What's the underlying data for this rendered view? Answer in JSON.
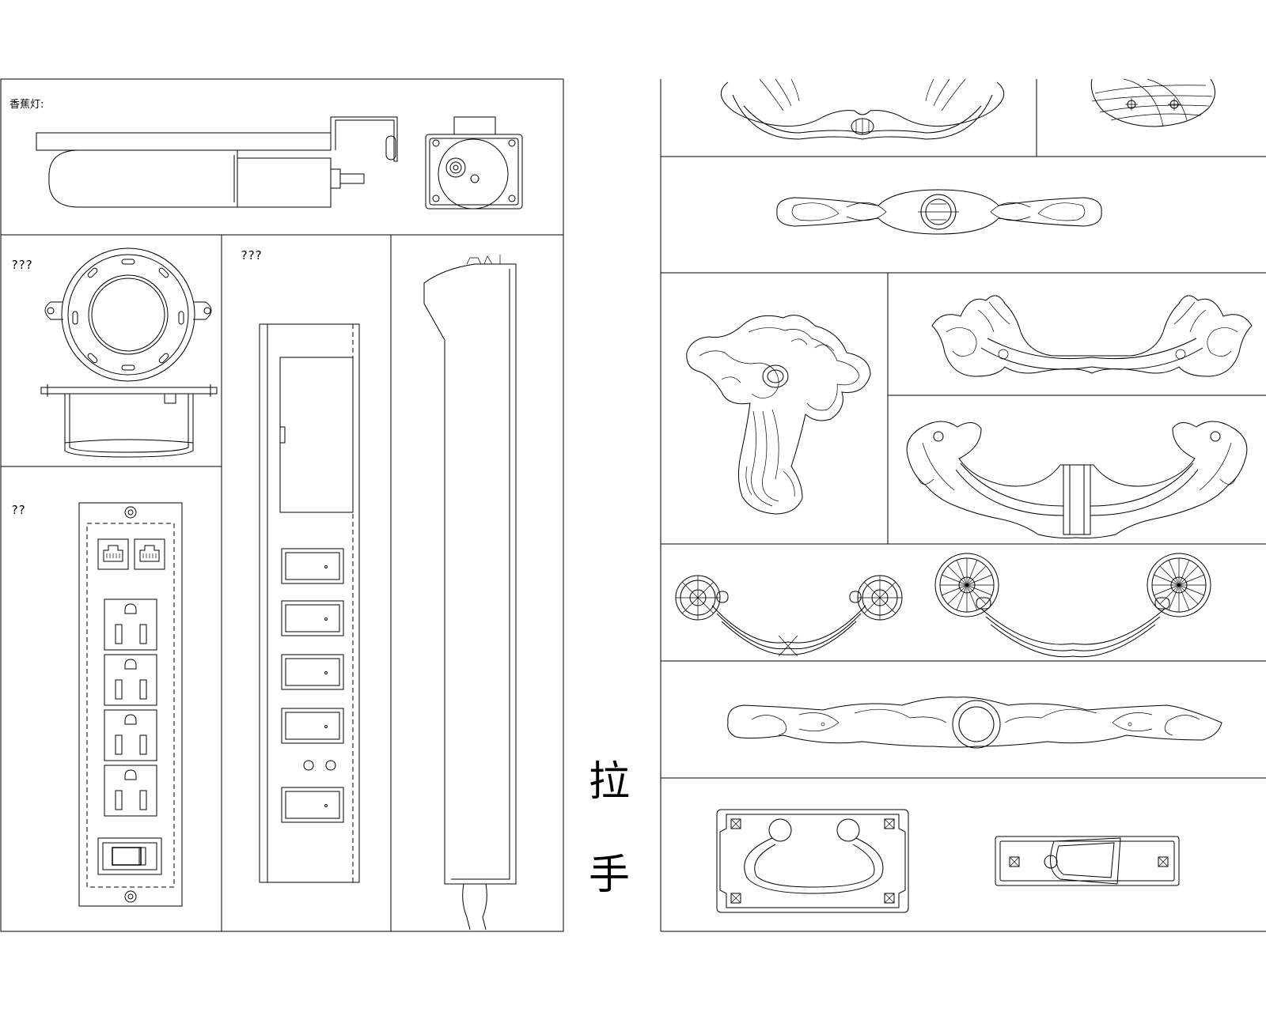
{
  "labels": {
    "lamp": "香蕉灯:",
    "clip": "???",
    "strip": "???",
    "socket": "??",
    "title_1": "拉",
    "title_2": "手"
  }
}
